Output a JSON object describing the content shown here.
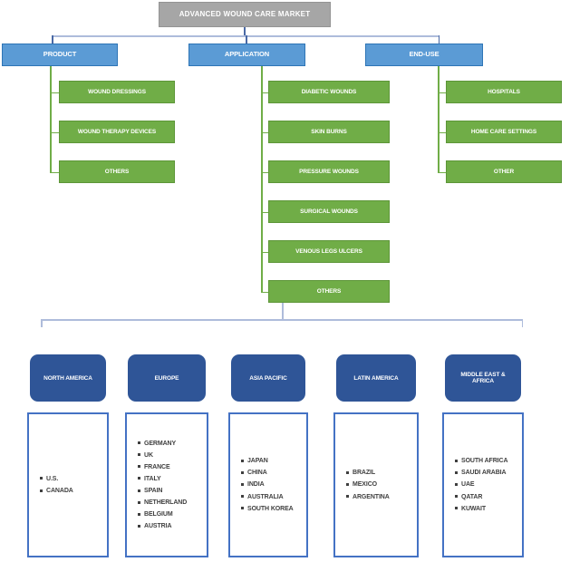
{
  "title": "ADVANCED WOUND CARE MARKET",
  "segments": [
    {
      "label": "PRODUCT",
      "children": [
        "WOUND DRESSINGS",
        "WOUND THERAPY DEVICES",
        "OTHERS"
      ]
    },
    {
      "label": "APPLICATION",
      "children": [
        "DIABETIC WOUNDS",
        "SKIN BURNS",
        "PRESSURE WOUNDS",
        "SURGICAL WOUNDS",
        "VENOUS LEGS ULCERS",
        "OTHERS"
      ]
    },
    {
      "label": "END-USE",
      "children": [
        "HOSPITALS",
        "HOME CARE SETTINGS",
        "OTHER"
      ]
    }
  ],
  "regions": [
    {
      "label": "NORTH AMERICA",
      "countries": [
        "U.S.",
        "CANADA"
      ]
    },
    {
      "label": "EUROPE",
      "countries": [
        "GERMANY",
        "UK",
        "FRANCE",
        "ITALY",
        "SPAIN",
        "NETHERLAND",
        "BELGIUM",
        "AUSTRIA"
      ]
    },
    {
      "label": "ASIA PACIFIC",
      "countries": [
        "JAPAN",
        "CHINA",
        "INDIA",
        "AUSTRALIA",
        "SOUTH KOREA"
      ]
    },
    {
      "label": "LATIN AMERICA",
      "countries": [
        "BRAZIL",
        "MEXICO",
        "ARGENTINA"
      ]
    },
    {
      "label": "MIDDLE EAST & AFRICA",
      "countries": [
        "SOUTH AFRICA",
        "SAUDI ARABIA",
        "UAE",
        "QATAR",
        "KUWAIT"
      ]
    }
  ],
  "colors": {
    "title_gray": "#a6a6a6",
    "category_blue": "#5b9bd5",
    "category_blue_border": "#2e75b6",
    "leaf_green": "#70ad47",
    "leaf_green_border": "#5d9638",
    "region_navy": "#2f5597",
    "list_border": "#4472c4",
    "connector_light": "#aebcdb",
    "connector_dark": "#4a69a5",
    "connector_green": "#70ad47"
  }
}
